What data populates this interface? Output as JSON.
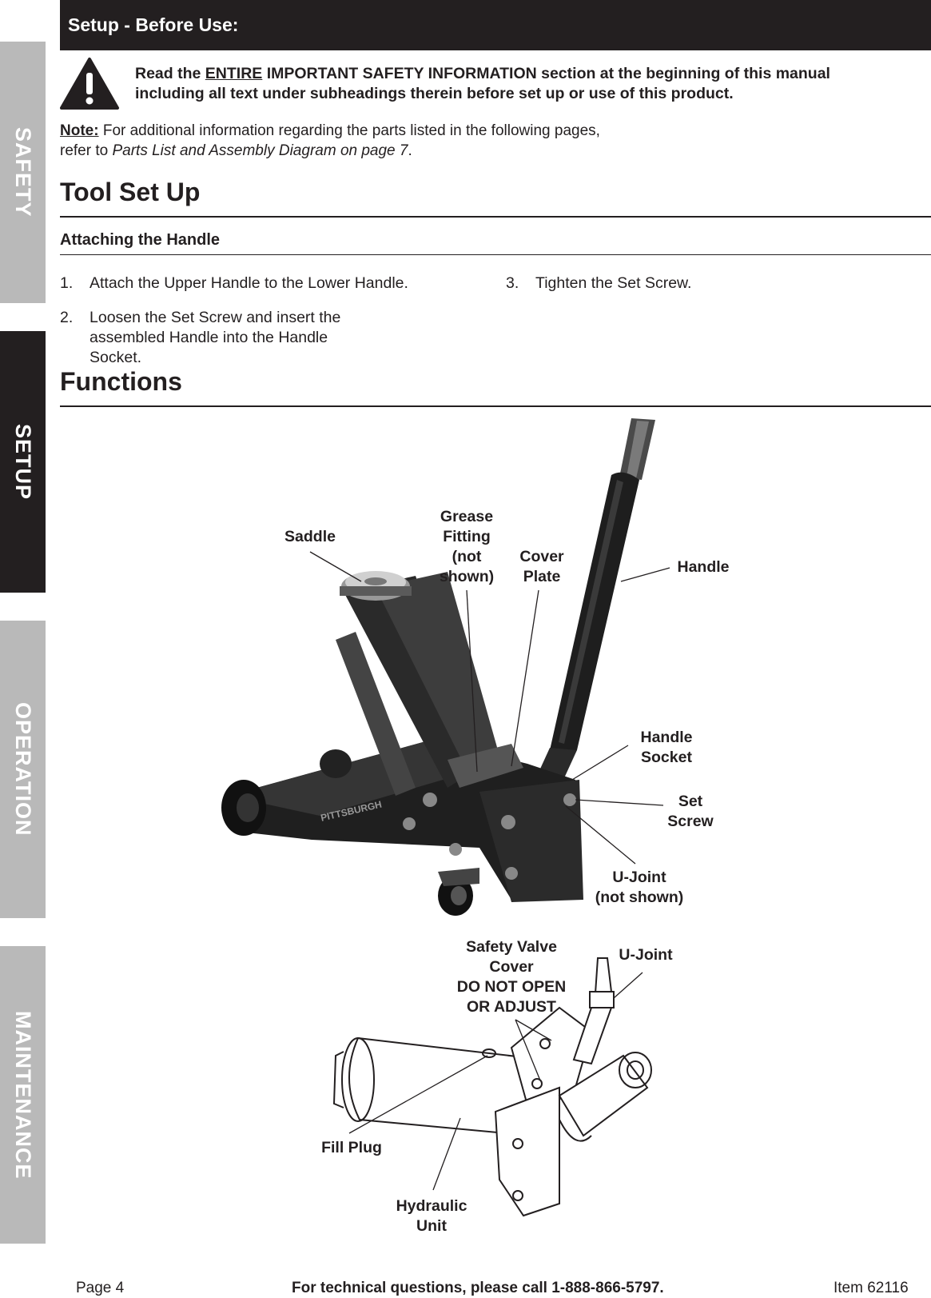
{
  "side_tabs": [
    {
      "label": "SAFETY",
      "active": false
    },
    {
      "label": "SETUP",
      "active": true
    },
    {
      "label": "OPERATION",
      "active": false
    },
    {
      "label": "MAINTENANCE",
      "active": false
    }
  ],
  "header": {
    "title": "Setup - Before Use:"
  },
  "warning": {
    "icon": "warning-triangle-icon",
    "text_before": "Read the ",
    "text_underlined": "ENTIRE",
    "text_after": " IMPORTANT SAFETY INFORMATION section at the beginning of this manual including all text under subheadings therein before set up or use of this product."
  },
  "note": {
    "label": "Note:",
    "line1": " For additional information regarding the parts listed in the following pages,",
    "line2_prefix": "refer to ",
    "line2_italic": "Parts List and Assembly Diagram on page 7",
    "line2_suffix": "."
  },
  "tool_setup": {
    "heading": "Tool Set Up",
    "subheading": "Attaching the Handle",
    "steps": [
      {
        "num": "1.",
        "text": "Attach the Upper Handle to the Lower Handle."
      },
      {
        "num": "2.",
        "text": "Loosen the Set Screw and insert the assembled Handle into the Handle Socket."
      },
      {
        "num": "3.",
        "text": "Tighten the Set Screw."
      }
    ]
  },
  "functions": {
    "heading": "Functions",
    "jack_labels": {
      "saddle": "Saddle",
      "grease_fitting": [
        "Grease",
        "Fitting",
        "(not",
        "shown)"
      ],
      "cover_plate": [
        "Cover",
        "Plate"
      ],
      "handle": "Handle",
      "handle_socket": [
        "Handle",
        "Socket"
      ],
      "set_screw": [
        "Set",
        "Screw"
      ],
      "u_joint_hidden": [
        "U-Joint",
        "(not shown)"
      ]
    },
    "hydraulic_labels": {
      "safety_valve": [
        "Safety Valve",
        "Cover",
        "DO NOT OPEN",
        "OR ADJUST"
      ],
      "u_joint": "U-Joint",
      "fill_plug": "Fill Plug",
      "hydraulic_unit": [
        "Hydraulic",
        "Unit"
      ]
    },
    "brand_text": "PITTSBURGH"
  },
  "footer": {
    "page": "Page 4",
    "tech": "For technical questions, please call 1-888-866-5797.",
    "item": "Item 62116"
  }
}
